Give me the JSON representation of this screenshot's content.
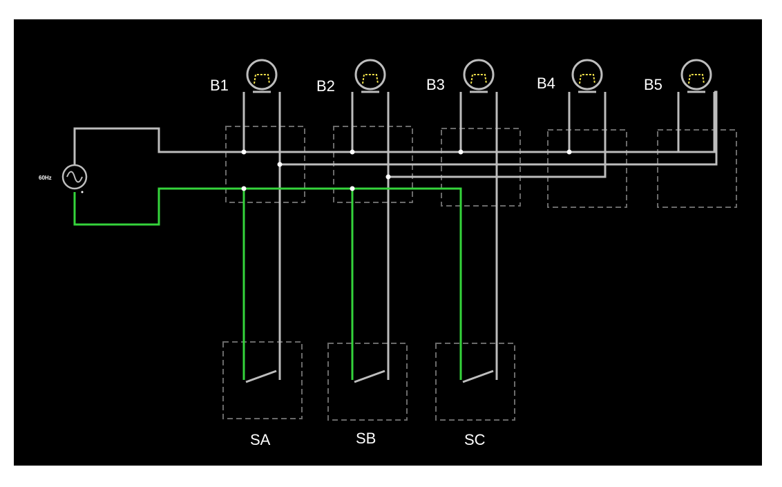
{
  "source": {
    "frequency_label": "60Hz"
  },
  "bulbs": [
    {
      "label": "B1"
    },
    {
      "label": "B2"
    },
    {
      "label": "B3"
    },
    {
      "label": "B4"
    },
    {
      "label": "B5"
    }
  ],
  "switches": [
    {
      "label": "SA"
    },
    {
      "label": "SB"
    },
    {
      "label": "SC"
    }
  ],
  "colors": {
    "background": "#000000",
    "wire": "#bdbdbd",
    "live_wire": "#35d43b",
    "filament": "#f2e14b"
  }
}
